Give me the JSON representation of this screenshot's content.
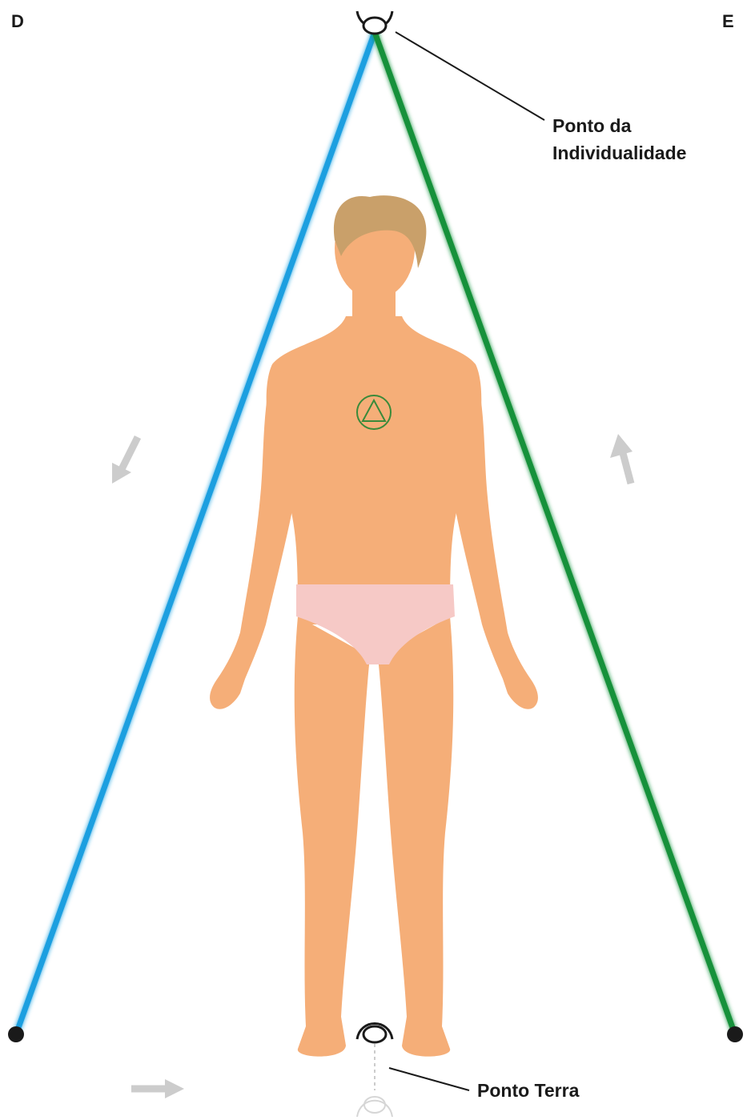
{
  "labels": {
    "left_corner": "D",
    "right_corner": "E",
    "top_point_line1": "Ponto da",
    "top_point_line2": "Individualidade",
    "bottom_point": "Ponto Terra"
  },
  "colors": {
    "left_side": "#1a9fe0",
    "right_side": "#16913a",
    "base": "#e01a1a",
    "skin": "#f5ae78",
    "hair": "#c9a06a",
    "underwear": "#f6c9c6",
    "arrow": "#cccccc",
    "vertex_dot": "#1a1a1a",
    "chest_symbol": "#3a8a3a"
  },
  "icons": {
    "top_vertex": "eye-symbol-icon",
    "bottom_vertex": "eye-symbol-icon",
    "chest": "circle-triangle-icon",
    "arrows": [
      "arrow-down-left-icon",
      "arrow-up-icon",
      "arrow-right-icon"
    ]
  }
}
